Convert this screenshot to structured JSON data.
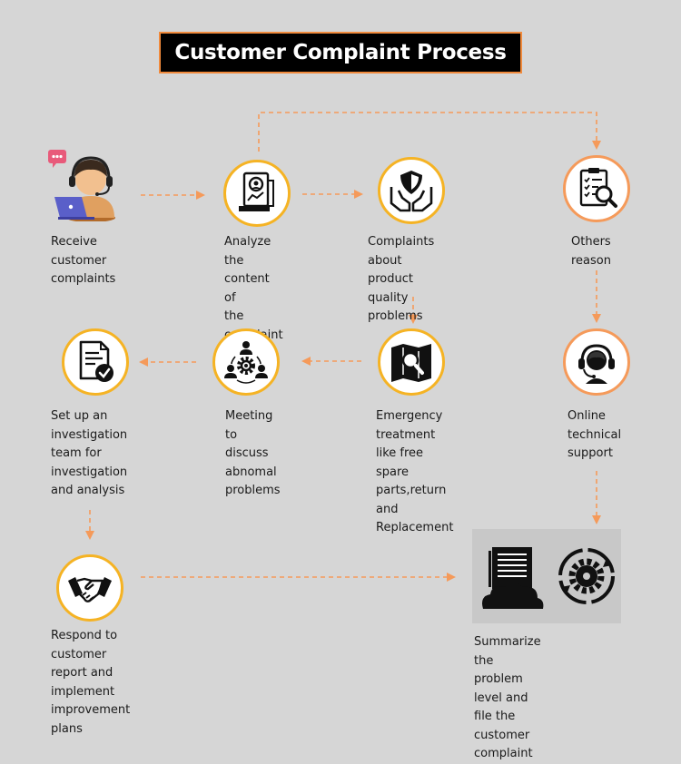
{
  "title": "Customer Complaint Process",
  "colors": {
    "accent": "#f5b324",
    "arrow": "#f59a5a",
    "background": "#d6d6d6"
  },
  "steps": [
    {
      "id": "receive",
      "icon": "support-agent-icon",
      "label": "Receive\ncustomer\ncomplaints"
    },
    {
      "id": "analyze",
      "icon": "document-analysis-icon",
      "label": "Analyze the\ncontent of\nthe complaint"
    },
    {
      "id": "quality",
      "icon": "shield-hands-icon",
      "label": "Complaints about\nproduct quality\nproblems"
    },
    {
      "id": "others",
      "icon": "checklist-search-icon",
      "label": "Others\nreason"
    },
    {
      "id": "online-support",
      "icon": "headset-icon",
      "label": "Online\ntechnical\nsupport"
    },
    {
      "id": "emergency",
      "icon": "map-search-icon",
      "label": "Emergency\ntreatment\nlike free spare\nparts,return\nand Replacement"
    },
    {
      "id": "meeting",
      "icon": "team-gear-icon",
      "label": "Meeting to\ndiscuss\nabnomal\nproblems"
    },
    {
      "id": "investigation",
      "icon": "approved-document-icon",
      "label": "Set up an\ninvestigation\nteam for\ninvestigation\nand analysis"
    },
    {
      "id": "respond",
      "icon": "handshake-icon",
      "label": "Respond to customer\nreport and implement\nimprovement plans"
    },
    {
      "id": "summarize",
      "icon": "file-cloud-gear-icon",
      "label": "Summarize the problem\nlevel and file the customer\ncomplaint"
    }
  ]
}
